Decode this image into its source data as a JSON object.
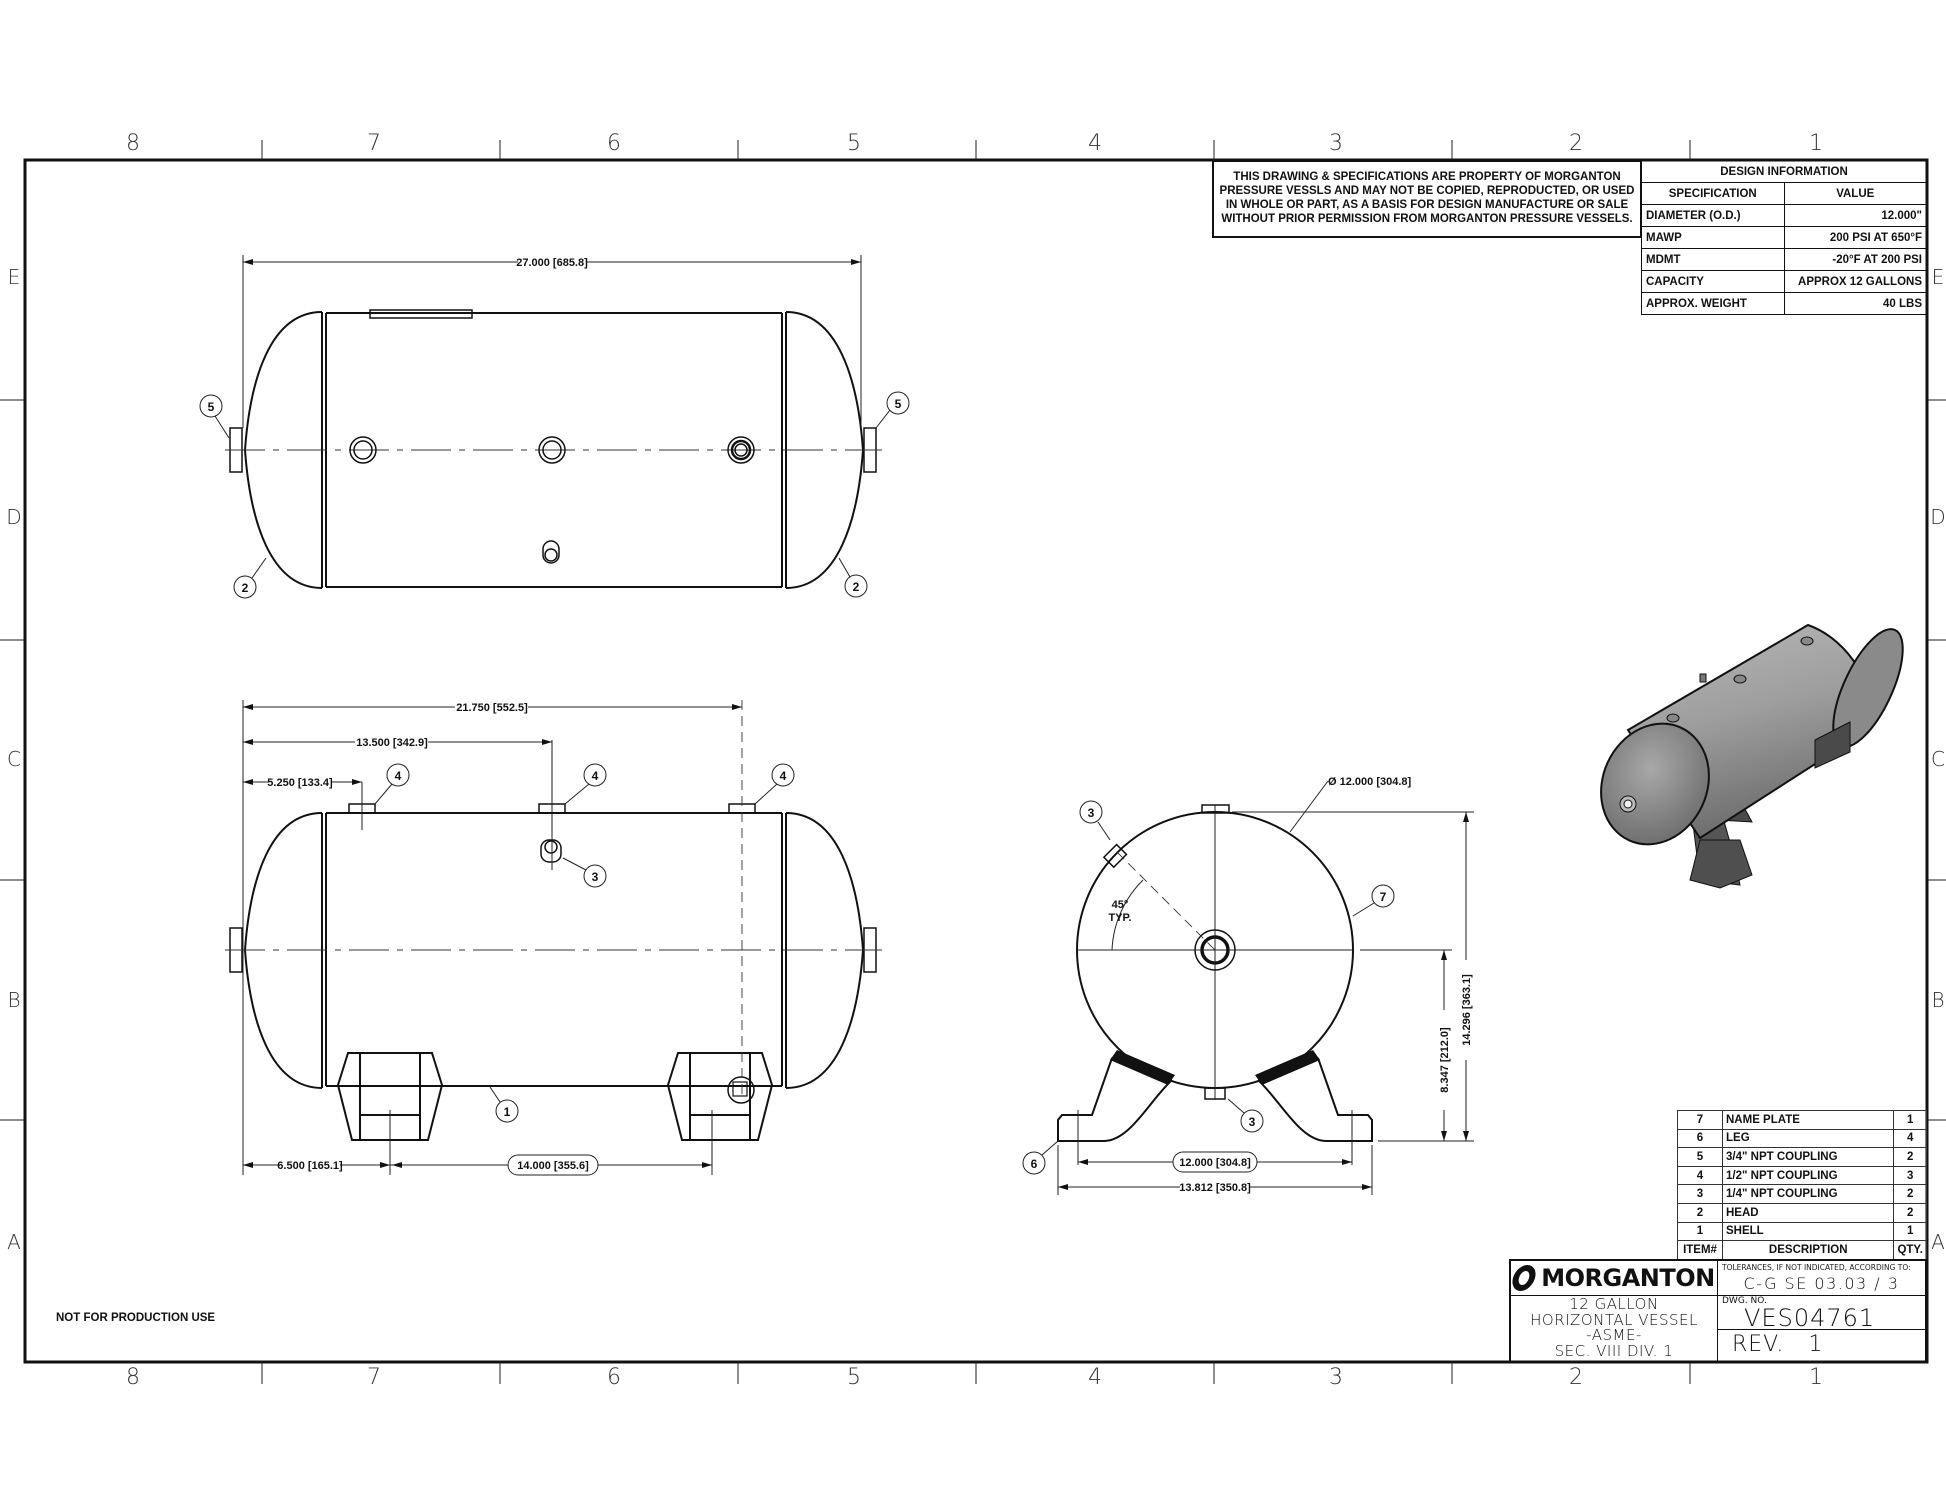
{
  "drawing": {
    "zones_columns": [
      "8",
      "7",
      "6",
      "5",
      "4",
      "3",
      "2",
      "1"
    ],
    "zones_rows": [
      "E",
      "D",
      "C",
      "B",
      "A"
    ],
    "footer_note": "NOT FOR PRODUCTION USE"
  },
  "notice": {
    "text": "THIS DRAWING & SPECIFICATIONS ARE PROPERTY OF MORGANTON PRESSURE VESSLS AND MAY NOT BE COPIED, REPRODUCTED,  OR USED IN WHOLE OR PART, AS A BASIS FOR DESIGN MANUFACTURE OR SALE WITHOUT PRIOR PERMISSION FROM MORGANTON PRESSURE VESSELS."
  },
  "design_info": {
    "title": "DESIGN INFORMATION",
    "col_spec": "SPECIFICATION",
    "col_value": "VALUE",
    "rows": [
      {
        "spec": "DIAMETER (O.D.)",
        "value": "12.000\""
      },
      {
        "spec": "MAWP",
        "value": "200 PSI AT 650°F"
      },
      {
        "spec": "MDMT",
        "value": "-20°F AT 200 PSI"
      },
      {
        "spec": "CAPACITY",
        "value": "APPROX 12 GALLONS"
      },
      {
        "spec": "APPROX. WEIGHT",
        "value": "40 LBS"
      }
    ]
  },
  "bom": {
    "col_item": "ITEM#",
    "col_desc": "DESCRIPTION",
    "col_qty": "QTY.",
    "rows": [
      {
        "item": "7",
        "desc": "NAME PLATE",
        "qty": "1"
      },
      {
        "item": "6",
        "desc": "LEG",
        "qty": "4"
      },
      {
        "item": "5",
        "desc": "3/4\" NPT COUPLING",
        "qty": "2"
      },
      {
        "item": "4",
        "desc": "1/2\" NPT COUPLING",
        "qty": "3"
      },
      {
        "item": "3",
        "desc": "1/4\" NPT COUPLING",
        "qty": "2"
      },
      {
        "item": "2",
        "desc": "HEAD",
        "qty": "2"
      },
      {
        "item": "1",
        "desc": "SHELL",
        "qty": "1"
      }
    ]
  },
  "title_block": {
    "logo": "MORGANTON",
    "title_lines": [
      "12 GALLON",
      "HORIZONTAL VESSEL",
      "-ASME-",
      "SEC. VIII DIV. 1"
    ],
    "tolerance_label": "TOLERANCES, IF NOT INDICATED, ACCORDING TO:",
    "tolerance_value": "C-G SE 03.03 / 3",
    "dwg_no_label": "DWG. NO.",
    "dwg_no": "VES04761",
    "rev": "REV.   1"
  },
  "dimensions": {
    "top_overall": "27.000 [685.8]",
    "front_21750": "21.750 [552.5]",
    "front_13500": "13.500 [342.9]",
    "front_5250": "5.250 [133.4]",
    "front_6500": "6.500 [165.1]",
    "front_14000": "14.000 [355.6]",
    "end_diameter": "Ø 12.000 [304.8]",
    "end_angle_1": "45°",
    "end_angle_2": "TYP.",
    "end_height_total": "14.296 [363.1]",
    "end_height_center": "8.347 [212.0]",
    "end_leg_holes": "12.000 [304.8]",
    "end_leg_width": "13.812 [350.8]"
  },
  "balloons": {
    "top_left_5": "5",
    "top_right_5": "5",
    "top_left_2": "2",
    "top_right_2": "2",
    "front_4a": "4",
    "front_4b": "4",
    "front_4c": "4",
    "front_3": "3",
    "front_1": "1",
    "end_3_top": "3",
    "end_7": "7",
    "end_3_bottom": "3",
    "end_6": "6"
  }
}
